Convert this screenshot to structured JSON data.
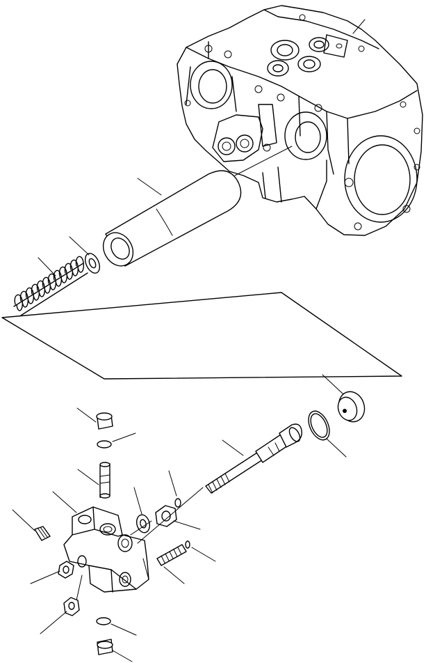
{
  "diagram": {
    "type": "exploded-parts-view",
    "text_labels": [],
    "parts": [
      "pump-housing",
      "spool-sleeve",
      "washer",
      "spring",
      "retaining-plate",
      "o-ring-large",
      "control-rod",
      "small-o-ring",
      "lock-nut",
      "adjust-screw",
      "plug-top",
      "o-ring-top",
      "pin",
      "valve-body",
      "set-screw",
      "nut-left",
      "nut-lower",
      "o-ring-bottom",
      "plug-bottom"
    ],
    "callout_count": 19
  }
}
